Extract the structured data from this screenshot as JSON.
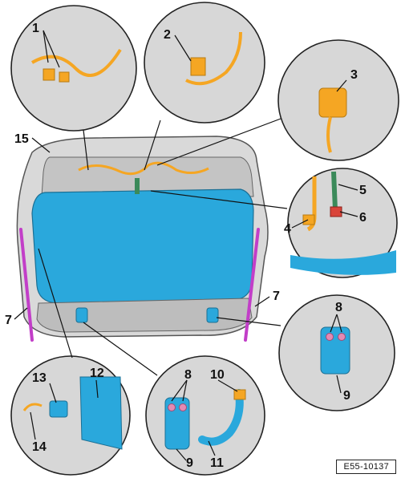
{
  "callouts": {
    "c1": "1",
    "c2": "2",
    "c3": "3",
    "c4": "4",
    "c5": "5",
    "c6": "6",
    "c7a": "7",
    "c7b": "7",
    "c8a": "8",
    "c8b": "8",
    "c9a": "9",
    "c9b": "9",
    "c10": "10",
    "c11": "11",
    "c12": "12",
    "c13": "13",
    "c14": "14",
    "c15": "15"
  },
  "reference_code": "E55-10137",
  "colors": {
    "panel_blue": "#2aa8dc",
    "wire_orange": "#f5a623",
    "strut_magenta": "#c23ec8",
    "grommet_green": "#3b8a5a",
    "grommet_red": "#d9443a",
    "metal_grey": "#d2d2d2"
  }
}
